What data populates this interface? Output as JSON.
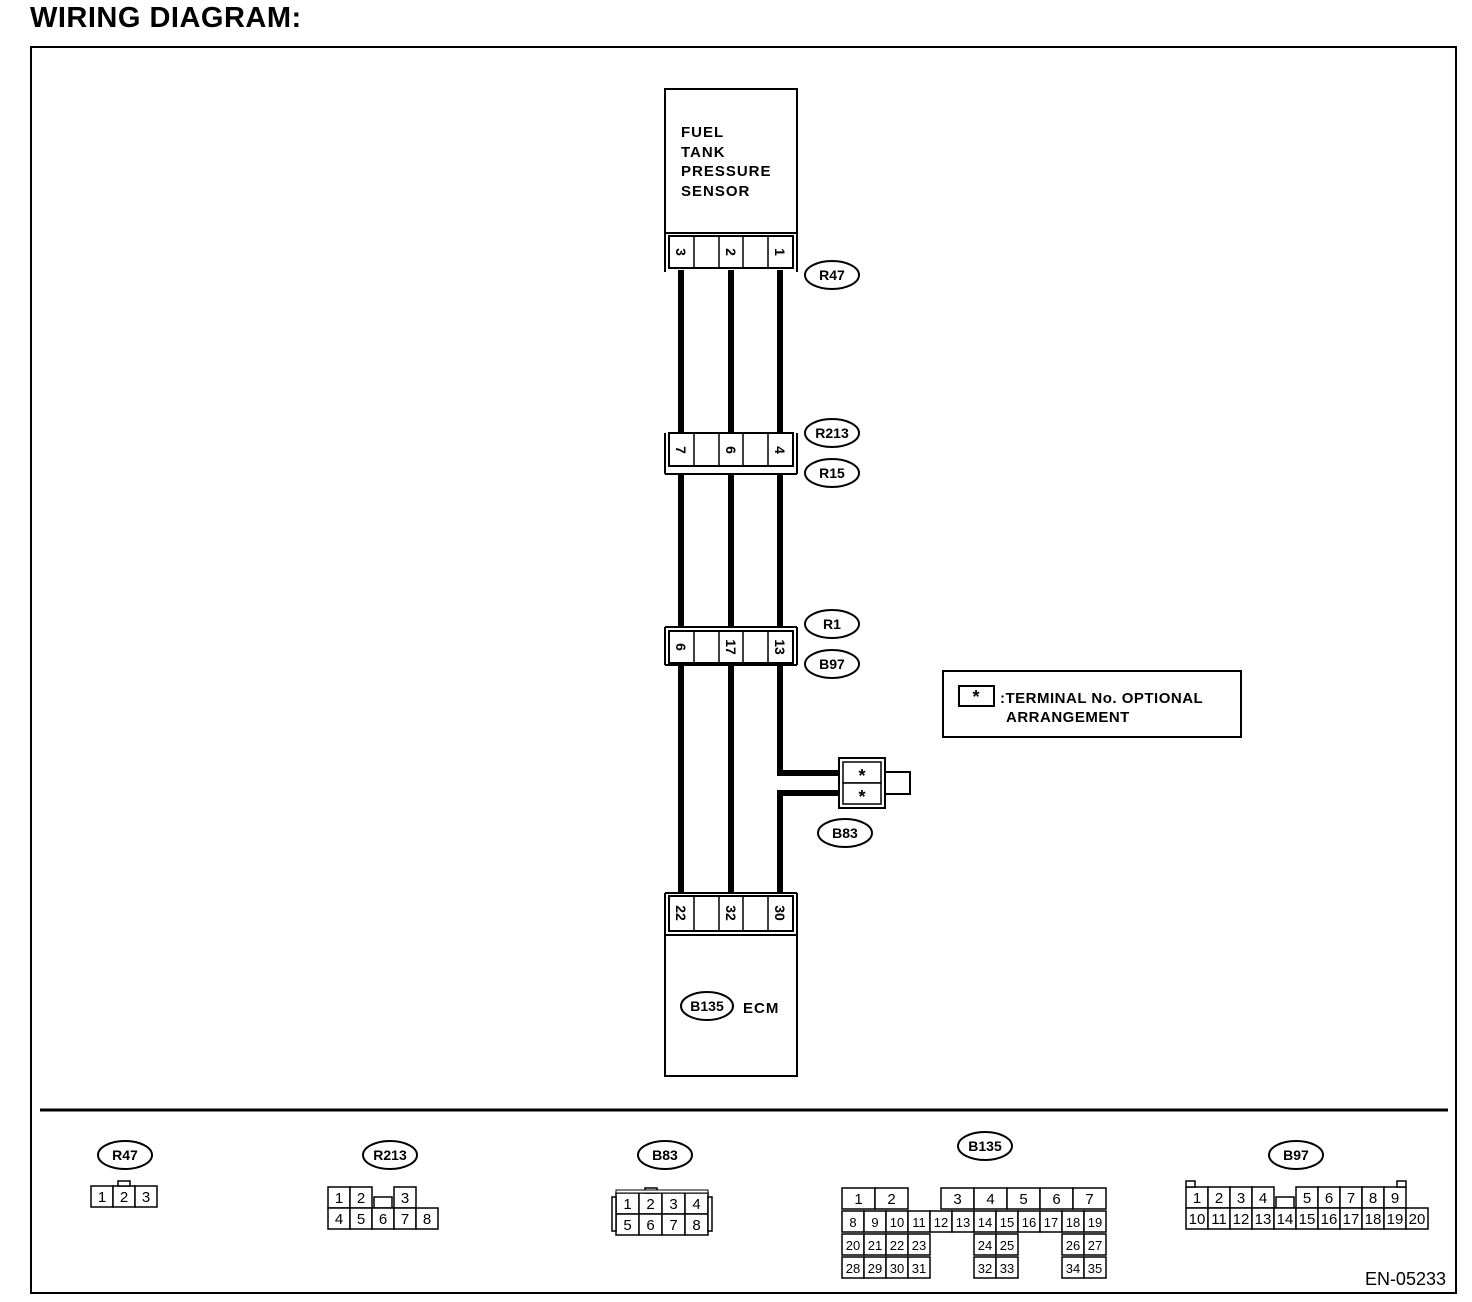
{
  "page": {
    "title": "WIRING DIAGRAM:",
    "figure_code": "EN-05233"
  },
  "components": {
    "sensor": {
      "lines": [
        "FUEL",
        "TANK",
        "PRESSURE",
        "SENSOR"
      ]
    },
    "ecm": {
      "connector_id": "B135",
      "label": "ECM"
    }
  },
  "connectors": {
    "r47": {
      "ids": [
        "R47"
      ],
      "pins": [
        "3",
        "2",
        "1"
      ]
    },
    "r213_r15": {
      "ids": [
        "R213",
        "R15"
      ],
      "pins": [
        "7",
        "6",
        "4"
      ]
    },
    "r1_b97": {
      "ids": [
        "R1",
        "B97"
      ],
      "pins": [
        "6",
        "17",
        "13"
      ]
    },
    "ecm": {
      "pins": [
        "22",
        "32",
        "30"
      ]
    },
    "b83": {
      "id": "B83",
      "pins": [
        "*",
        "*"
      ]
    }
  },
  "legend": {
    "symbol": "*",
    "lines": [
      ":TERMINAL No. OPTIONAL",
      "ARRANGEMENT"
    ]
  },
  "connector_views": [
    {
      "id": "R47",
      "rows": [
        [
          "1",
          "2",
          "3"
        ]
      ]
    },
    {
      "id": "R213",
      "rows": [
        [
          "1",
          "2",
          "",
          "3"
        ],
        [
          "4",
          "5",
          "6",
          "7",
          "8"
        ]
      ]
    },
    {
      "id": "B83",
      "rows": [
        [
          "1",
          "2",
          "3",
          "4"
        ],
        [
          "5",
          "6",
          "7",
          "8"
        ]
      ]
    },
    {
      "id": "B135",
      "rows": [
        [
          "1",
          "2",
          "",
          "3",
          "4",
          "5",
          "6",
          "7"
        ],
        [
          "8",
          "9",
          "10",
          "11",
          "12",
          "13",
          "14",
          "15",
          "16",
          "17",
          "18",
          "19"
        ],
        [
          "20",
          "21",
          "22",
          "23",
          "",
          "",
          "24",
          "25",
          "",
          "",
          "26",
          "27"
        ],
        [
          "28",
          "29",
          "30",
          "31",
          "",
          "",
          "32",
          "33",
          "",
          "",
          "34",
          "35"
        ]
      ]
    },
    {
      "id": "B97",
      "rows": [
        [
          "1",
          "2",
          "3",
          "4",
          "",
          "5",
          "6",
          "7",
          "8",
          "9"
        ],
        [
          "10",
          "11",
          "12",
          "13",
          "14",
          "15",
          "16",
          "17",
          "18",
          "19",
          "20"
        ]
      ]
    }
  ]
}
